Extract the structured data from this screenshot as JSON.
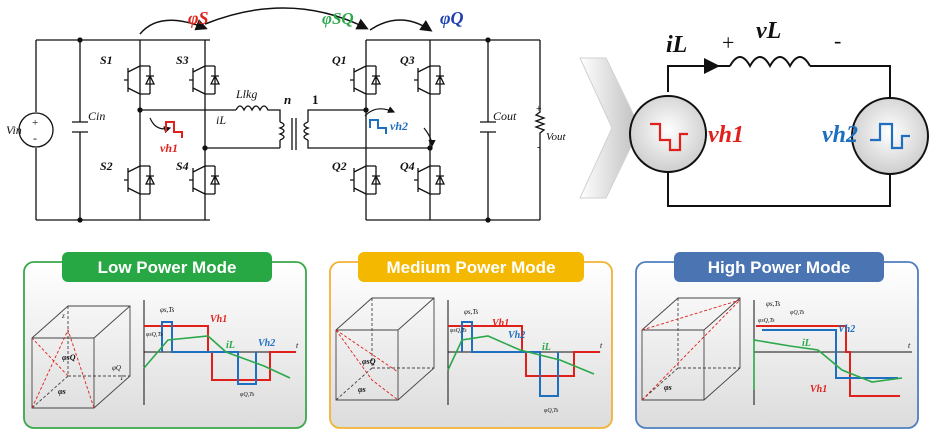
{
  "colors": {
    "red": "#e0211b",
    "blue": "#1f6fc1",
    "green": "#2aa84a",
    "black": "#111111",
    "low_frame": "#3aa84a",
    "low_banner": "#27a844",
    "medium_frame": "#f2b233",
    "medium_banner": "#f5b800",
    "high_frame": "#4f7fbf",
    "high_banner": "#4a74b2"
  },
  "phase_labels": {
    "phi_s": "φS",
    "phi_sq": "φSQ",
    "phi_q": "φQ"
  },
  "circuit": {
    "vin": "Vin",
    "cin": "Cin",
    "cout": "Cout",
    "vout": "Vout",
    "llkg": "Llkg",
    "il": "iL",
    "turns_n": "n",
    "turns_1": "1",
    "vh1": "vh1",
    "vh2": "vh2",
    "switches": [
      "S1",
      "S3",
      "S2",
      "S4",
      "Q1",
      "Q3",
      "Q2",
      "Q4"
    ],
    "plus": "+",
    "minus": "-"
  },
  "equivalent": {
    "il": "iL",
    "vl": "vL",
    "plus": "+",
    "minus": "-",
    "vh1": "vh1",
    "vh2": "vh2"
  },
  "modes": [
    {
      "title": "Low Power Mode",
      "labels": [
        "Vh1",
        "iL",
        "Vh2",
        "t",
        "φs,Ts",
        "φsQ,Ts",
        "φQ,Ts"
      ]
    },
    {
      "title": "Medium Power Mode",
      "labels": [
        "Vh1",
        "Vh2",
        "iL",
        "t",
        "φs,Ts",
        "φsQ,Ts",
        "φQ,Ts"
      ]
    },
    {
      "title": "High Power Mode",
      "labels": [
        "Vh2",
        "Vh1",
        "iL",
        "t",
        "φs,Ts",
        "φsQ,Ts",
        "φQ,Ts"
      ]
    }
  ],
  "cube_labels": [
    "z",
    "φsQ",
    "φs",
    "φQ",
    "1"
  ]
}
